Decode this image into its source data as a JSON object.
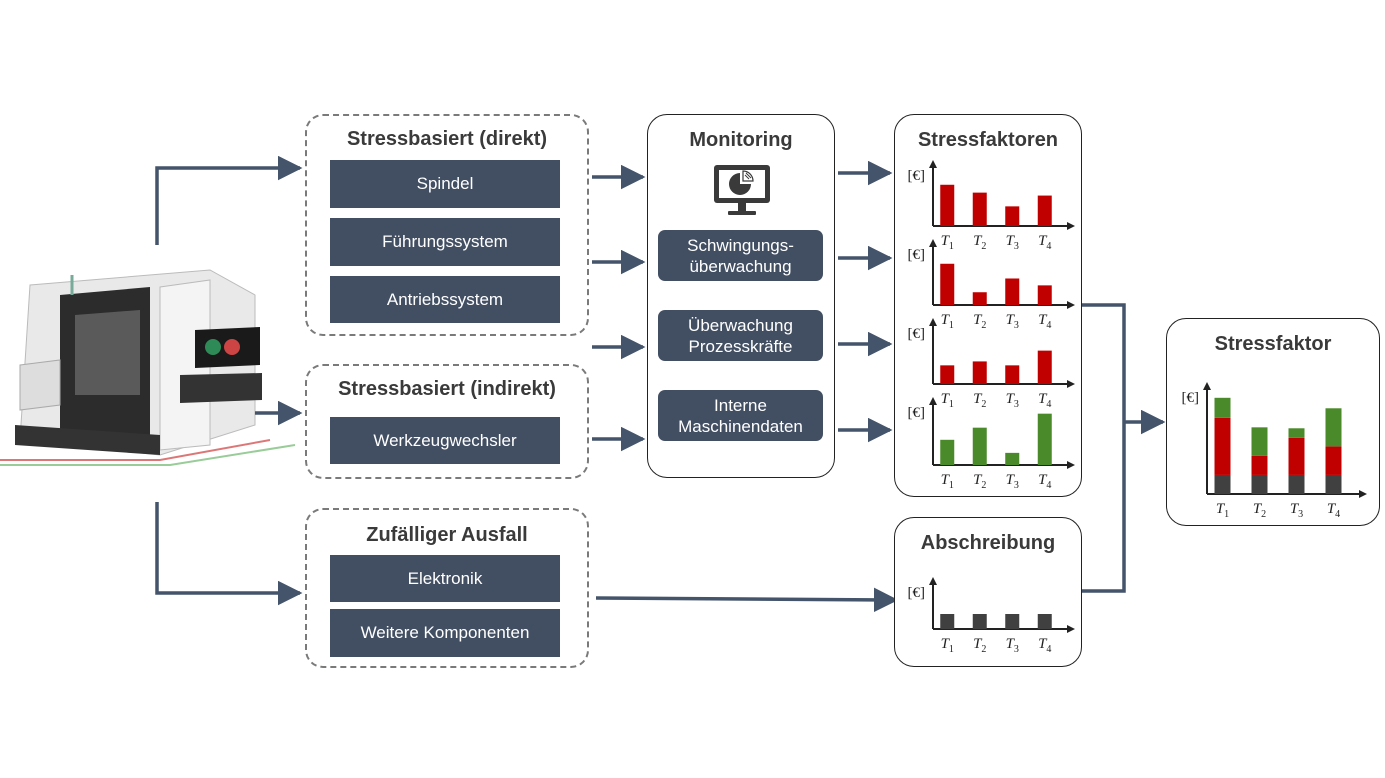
{
  "groups": {
    "direct": {
      "title": "Stressbasiert (direkt)",
      "items": [
        "Spindel",
        "Führungssystem",
        "Antriebssystem"
      ]
    },
    "indirect": {
      "title": "Stressbasiert (indirekt)",
      "items": [
        "Werkzeugwechsler"
      ]
    },
    "random": {
      "title": "Zufälliger Ausfall",
      "items": [
        "Elektronik",
        "Weitere Komponenten"
      ]
    }
  },
  "monitoring": {
    "title": "Monitoring",
    "icon": "monitor-pie-chart-icon",
    "items": [
      "Schwingungs-\nüberwachung",
      "Überwachung\nProzesskräfte",
      "Interne\nMaschinendaten"
    ]
  },
  "stressfaktoren": {
    "title": "Stressfaktoren"
  },
  "abschreibung": {
    "title": "Abschreibung"
  },
  "stressfaktor": {
    "title": "Stressfaktor"
  },
  "machine": {
    "icon": "cnc-machine-icon"
  },
  "colors": {
    "box": "#424f63",
    "red": "#c00000",
    "green": "#4a8a2a",
    "dark": "#404040",
    "arrow": "#44546a"
  },
  "chart_data": [
    {
      "type": "bar",
      "name": "stressfaktor-1",
      "ylabel": "[€]",
      "categories": [
        "T1",
        "T2",
        "T3",
        "T4"
      ],
      "color": "#c00000",
      "values": [
        42,
        34,
        20,
        31
      ],
      "ylim": [
        0,
        55
      ]
    },
    {
      "type": "bar",
      "name": "stressfaktor-2",
      "ylabel": "[€]",
      "categories": [
        "T1",
        "T2",
        "T3",
        "T4"
      ],
      "color": "#c00000",
      "values": [
        42,
        13,
        27,
        20
      ],
      "ylim": [
        0,
        55
      ]
    },
    {
      "type": "bar",
      "name": "stressfaktor-3",
      "ylabel": "[€]",
      "categories": [
        "T1",
        "T2",
        "T3",
        "T4"
      ],
      "color": "#c00000",
      "values": [
        19,
        23,
        19,
        34
      ],
      "ylim": [
        0,
        55
      ]
    },
    {
      "type": "bar",
      "name": "stressfaktor-4",
      "ylabel": "[€]",
      "categories": [
        "T1",
        "T2",
        "T3",
        "T4"
      ],
      "color": "#4a8a2a",
      "values": [
        27,
        40,
        13,
        55
      ],
      "ylim": [
        0,
        60
      ]
    },
    {
      "type": "bar",
      "name": "abschreibung",
      "ylabel": "[€]",
      "categories": [
        "T1",
        "T2",
        "T3",
        "T4"
      ],
      "color": "#404040",
      "values": [
        15,
        15,
        15,
        15
      ],
      "ylim": [
        0,
        40
      ]
    },
    {
      "type": "bar",
      "stacked": true,
      "name": "stressfaktor-gesamt",
      "ylabel": "[€]",
      "categories": [
        "T1",
        "T2",
        "T3",
        "T4"
      ],
      "ylim": [
        0,
        105
      ],
      "series": [
        {
          "color": "#404040",
          "values": [
            20,
            20,
            20,
            20
          ]
        },
        {
          "color": "#c00000",
          "values": [
            60,
            20,
            39,
            30
          ]
        },
        {
          "color": "#4a8a2a",
          "values": [
            21,
            30,
            10,
            40
          ]
        }
      ]
    }
  ]
}
